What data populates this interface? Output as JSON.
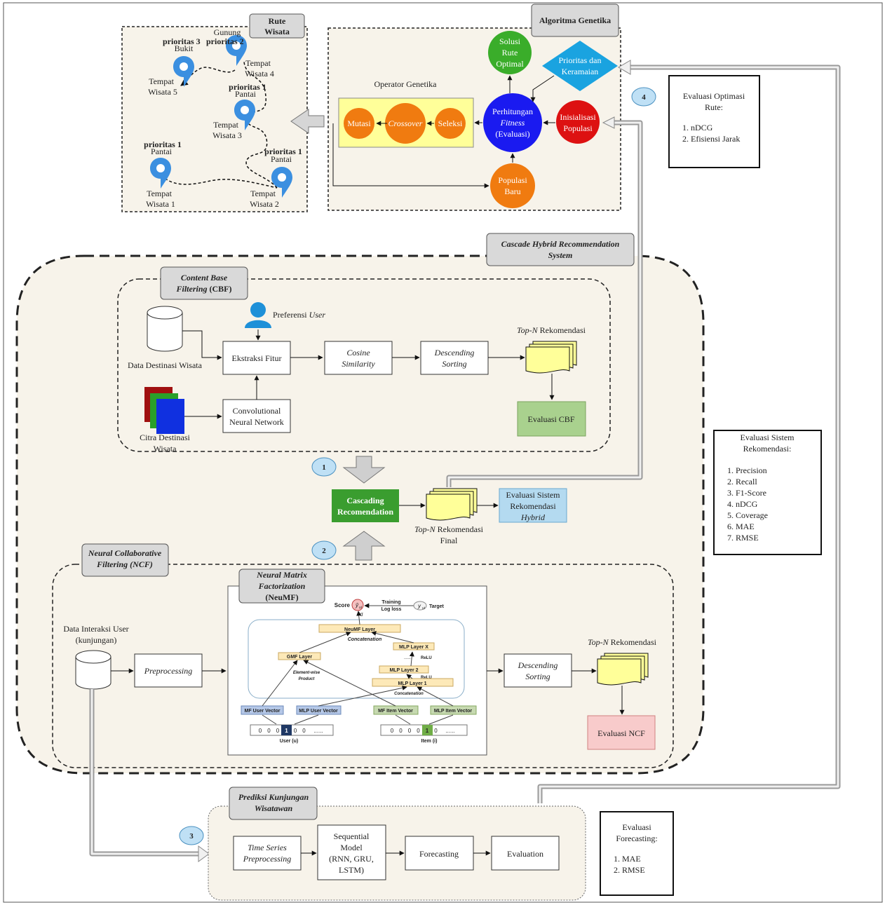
{
  "route": {
    "title_1": "Rute",
    "title_2": "Wisata",
    "label_gunung": "Gunung",
    "label_prioritas_3": "prioritas 3",
    "label_prioritas_2": "prioritas 2",
    "label_bukit": "Bukit",
    "label_p1_a": "prioritas 1",
    "label_pantai_a": "Pantai",
    "label_p1_b": "prioritas 1",
    "label_pantai_b": "Pantai",
    "label_p1_c": "prioritas 1",
    "label_pantai_c": "Pantai",
    "tw4_a": "Tempat",
    "tw4_b": "Wisata 4",
    "tw5_a": "Tempat",
    "tw5_b": "Wisata 5",
    "tw3_a": "Tempat",
    "tw3_b": "Wisata 3",
    "tw1_a": "Tempat",
    "tw1_b": "Wisata 1",
    "tw2_a": "Tempat",
    "tw2_b": "Wisata 2"
  },
  "ga": {
    "title": "Algoritma Genetika",
    "operator_label": "Operator Genetika",
    "mutasi": "Mutasi",
    "crossover": "Crossover",
    "seleksi": "Seleksi",
    "solusi_1": "Solusi",
    "solusi_2": "Rute",
    "solusi_3": "Optimal",
    "prioritas_1": "Prioritas dan",
    "prioritas_2": "Keramaian",
    "fitness_1": "Perhitungan",
    "fitness_2": "Fitness",
    "fitness_3": "(Evaluasi)",
    "init_1": "Inisialisasi",
    "init_2": "Populasi",
    "baru_1": "Populasi",
    "baru_2": "Baru"
  },
  "eval_route": {
    "title_1": "Evaluasi Optimasi",
    "title_2": "Rute:",
    "items": [
      "1. nDCG",
      "2. Efisiensi Jarak"
    ]
  },
  "cascade": {
    "title_1": "Cascade Hybrid Recommendation",
    "title_2": "System"
  },
  "cbf": {
    "title_1": "Content Base",
    "title_2a": "Filtering",
    "title_2b": " (CBF)",
    "preferensi": "Preferensi ",
    "user": "User",
    "data_destinasi": "Data Destinasi Wisata",
    "ekstraksi": "Ekstraksi Fitur",
    "cosine_1": "Cosine",
    "cosine_2": "Similarity",
    "desc_1": "Descending",
    "desc_2": "Sorting",
    "topn_a": "Top-N",
    "topn_b": " Rekomendasi",
    "cnn_1": "Convolutional",
    "cnn_2": "Neural Network",
    "citra_1": "Citra Destinasi",
    "citra_2": "Wisata",
    "evaluasi": "Evaluasi CBF"
  },
  "badges": [
    "1",
    "2",
    "3",
    "4"
  ],
  "cascading": {
    "line_1": "Cascading",
    "line_2": "Recomendation",
    "final_a": "Top-N",
    "final_b": " Rekomendasi",
    "final_c": "Final",
    "eval_hybrid_1": "Evaluasi Sistem",
    "eval_hybrid_2": "Rekomendasi",
    "eval_hybrid_3": "Hybrid"
  },
  "eval_system": {
    "title_1": "Evaluasi Sistem",
    "title_2": "Rekomendasi:",
    "items": [
      "1. Precision",
      "2. Recall",
      "3. F1-Score",
      "4. nDCG",
      "5. Coverage",
      "6. MAE",
      "7. RMSE"
    ]
  },
  "ncf": {
    "title_1": "Neural Collaborative",
    "title_2": "Filtering (NCF)",
    "data_1": "Data Interaksi User",
    "data_2": "(kunjungan)",
    "preprocessing": "Preprocessing",
    "neumf_1": "Neural Matrix",
    "neumf_2": "Factorization",
    "neumf_3": "(NeuMF)",
    "desc_1": "Descending",
    "desc_2": "Sorting",
    "topn_a": "Top-N",
    "topn_b": " Rekomendasi",
    "evaluasi": "Evaluasi NCF"
  },
  "neumf": {
    "score": "Score",
    "yhat": "ŷ",
    "ui": "ui",
    "sigma": "σ",
    "training": "Training",
    "logloss": "Log loss",
    "y": "y",
    "target": "Target",
    "neumf_layer": "NeuMF Layer",
    "concat_top": "Concatenation",
    "mlp_x": "MLP Layer X",
    "relu_1": "ReLU",
    "dots": "......",
    "gmf": "GMF Layer",
    "ew_1": "Element-wise",
    "ew_2": "Product",
    "mlp_2": "MLP Layer 2",
    "relu_2": "ReLU",
    "mlp_1": "MLP Layer 1",
    "concat_bottom": "Concatenation",
    "mf_user": "MF User Vector",
    "mlp_user": "MLP User Vector",
    "mf_item": "MF Item Vector",
    "mlp_item": "MLP Item Vector",
    "user_cells": [
      "0",
      "0",
      "0",
      "1",
      "0",
      "0",
      "......"
    ],
    "item_cells": [
      "0",
      "0",
      "0",
      "0",
      "1",
      "0",
      "......"
    ],
    "user_label": "User (u)",
    "item_label": "Item (i)"
  },
  "forecast": {
    "title_1": "Prediksi Kunjungan",
    "title_2": "Wisatawan",
    "ts_1": "Time Series",
    "ts_2": "Preprocessing",
    "seq_1": "Sequential",
    "seq_2": "Model",
    "seq_3": "(RNN, GRU,",
    "seq_4": "LSTM)",
    "forecasting": "Forecasting",
    "evaluation": "Evaluation"
  },
  "eval_forecast": {
    "title_1": "Evaluasi",
    "title_2": "Forecasting:",
    "items": [
      "1. MAE",
      "2. RMSE"
    ]
  },
  "colors": {
    "accent_blue": "#1a1af0",
    "orange": "#f07b10",
    "green_circle": "#3aad2a",
    "red_circle": "#dd1111",
    "diamond": "#1aa3e0",
    "yellow_box": "#ffff99",
    "cascading_green": "#3a9d2f",
    "eval_cbf": "#a9d18e",
    "eval_ncf": "#f8cbcb",
    "eval_hybrid": "#b4daf0",
    "badge": "#bfe0f5",
    "panel_bg": "#f7f3ea"
  }
}
